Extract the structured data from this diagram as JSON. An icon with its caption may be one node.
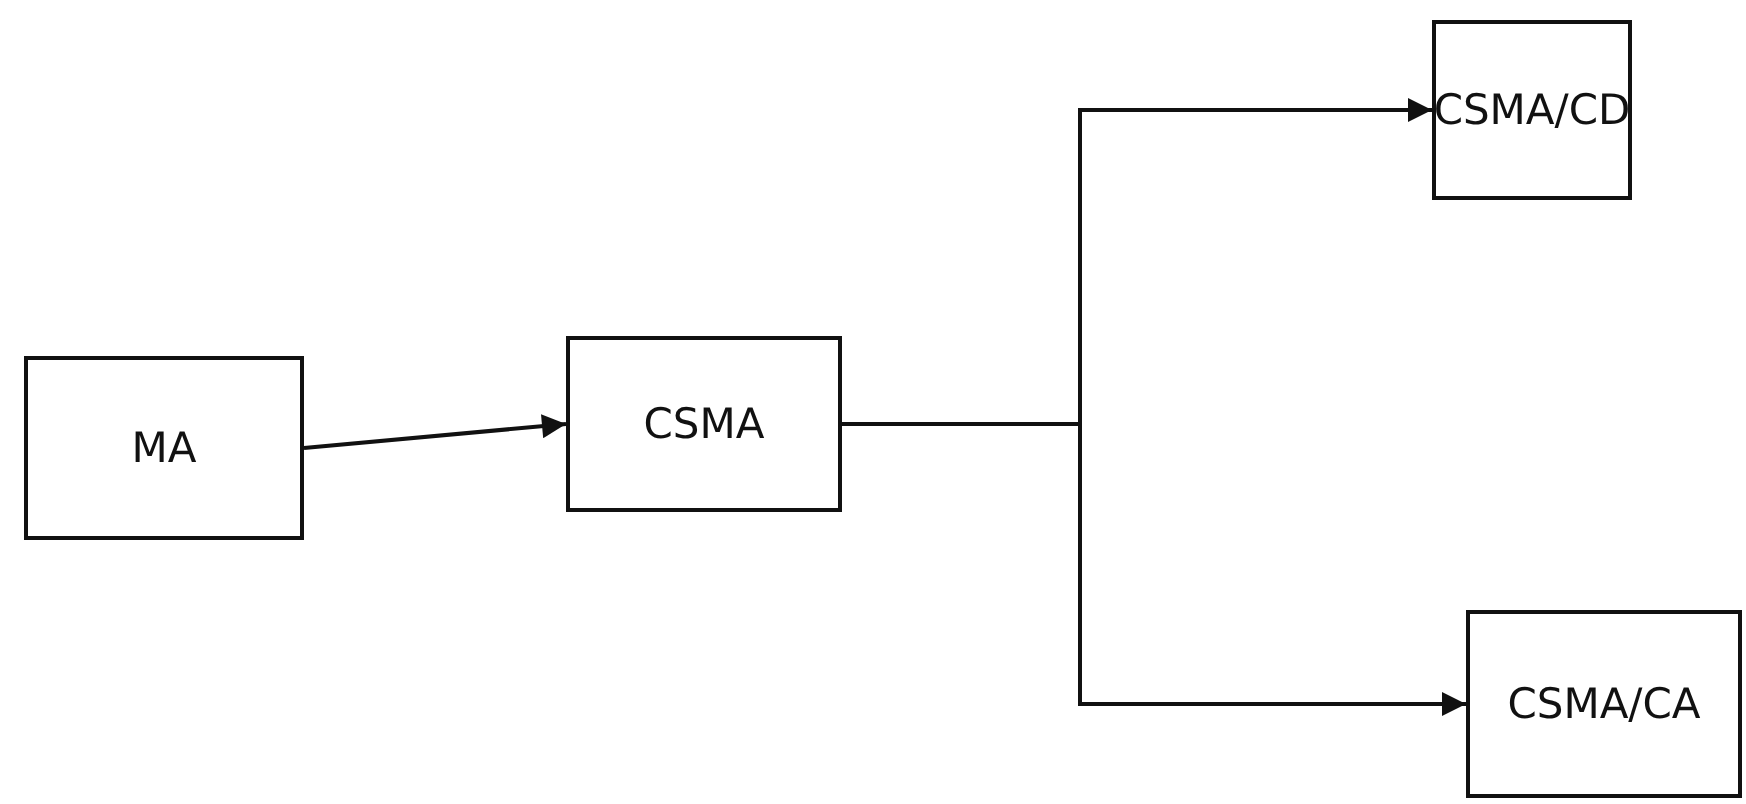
{
  "diagram": {
    "nodes": [
      {
        "text": [
          "MA"
        ]
      },
      {
        "text": [
          "CSMA"
        ]
      },
      {
        "text": [
          "CSMA/CD"
        ]
      },
      {
        "text": [
          "CSMA/CA"
        ]
      }
    ],
    "edges": [
      {
        "from": 0,
        "to": 1,
        "arrow": "to"
      },
      {
        "from": 1,
        "to": 2,
        "arrow": "to"
      },
      {
        "from": 1,
        "to": 3,
        "arrow": "to"
      }
    ]
  }
}
